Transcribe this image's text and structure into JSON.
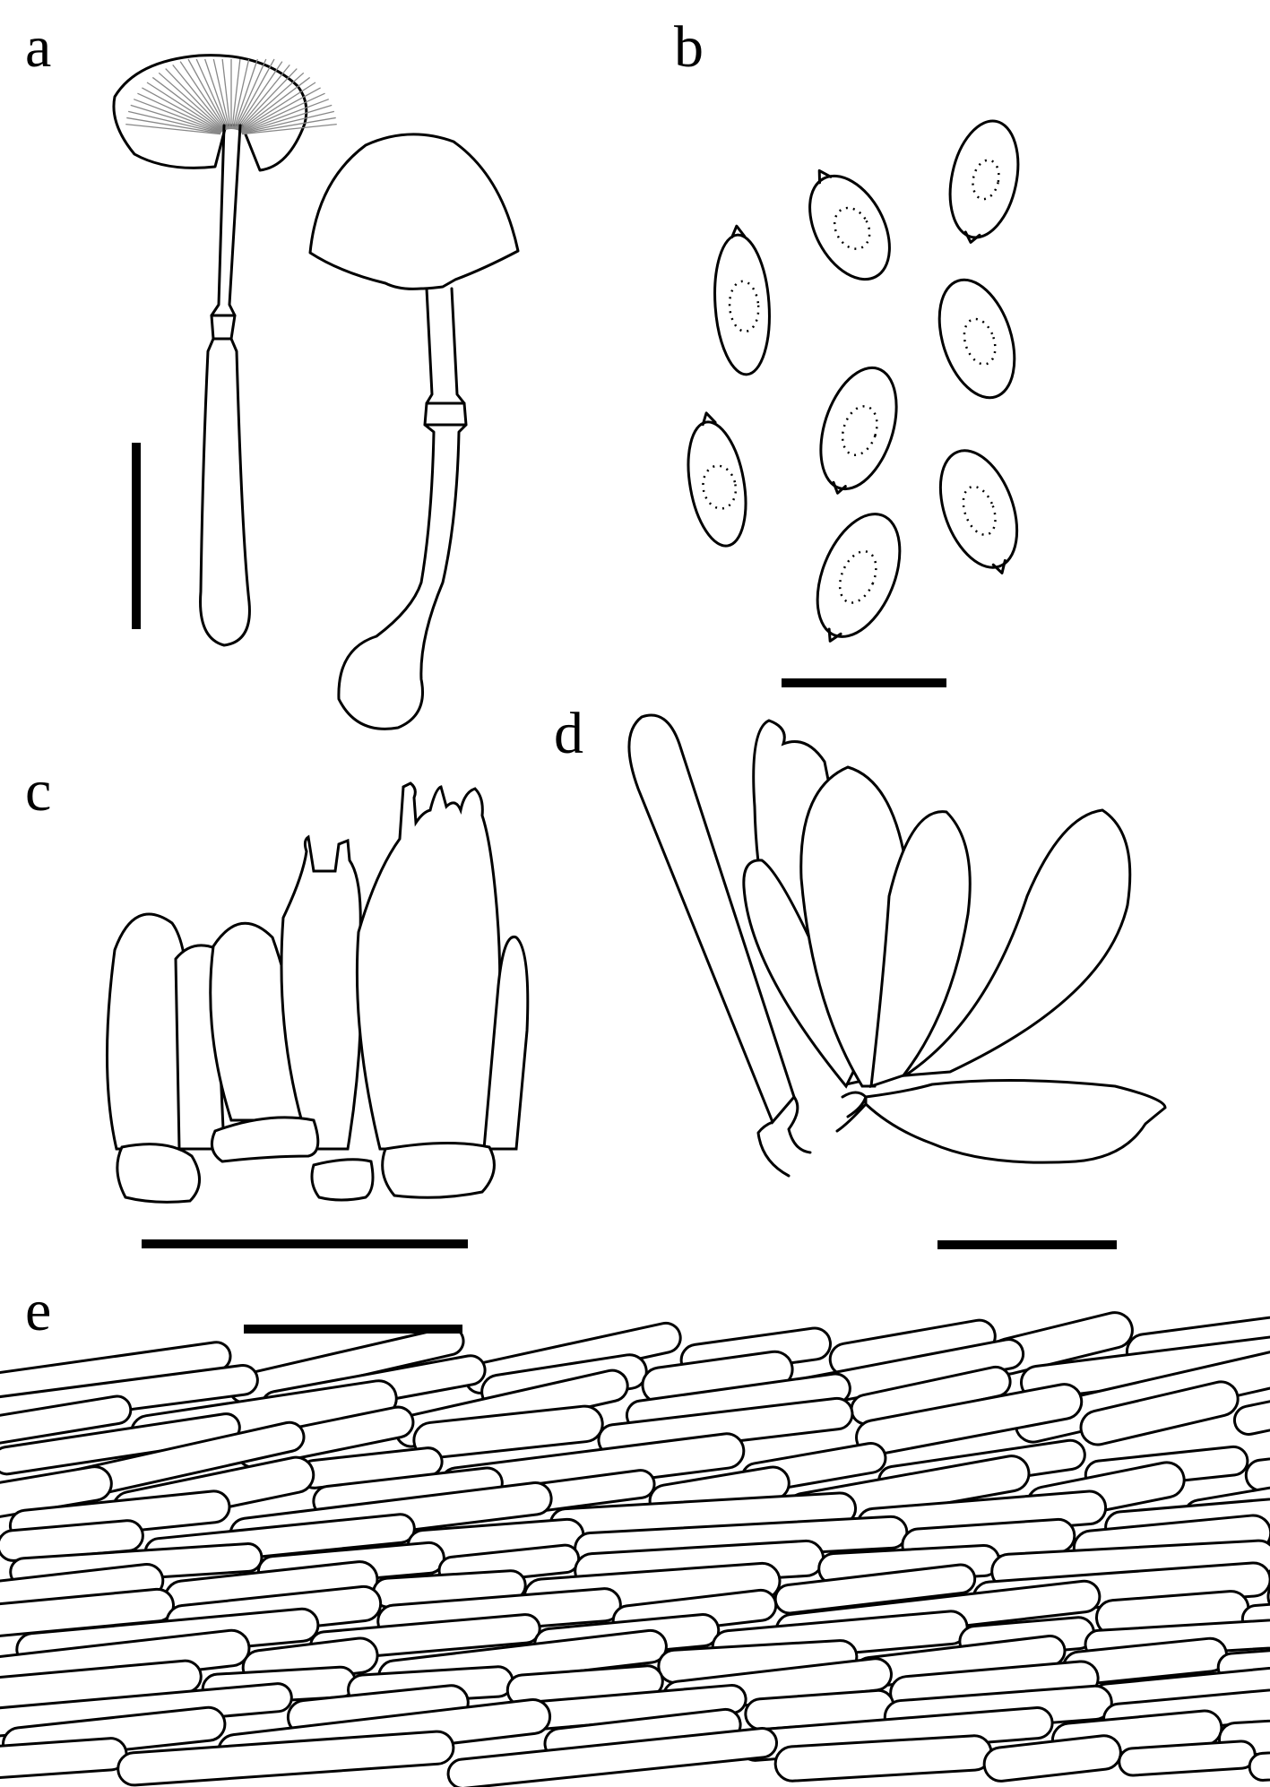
{
  "panels": {
    "a": {
      "label": "a"
    },
    "b": {
      "label": "b"
    },
    "c": {
      "label": "c"
    },
    "d": {
      "label": "d"
    },
    "e": {
      "label": "e"
    }
  },
  "colors": {
    "ink": "#000000",
    "background": "#ffffff"
  }
}
